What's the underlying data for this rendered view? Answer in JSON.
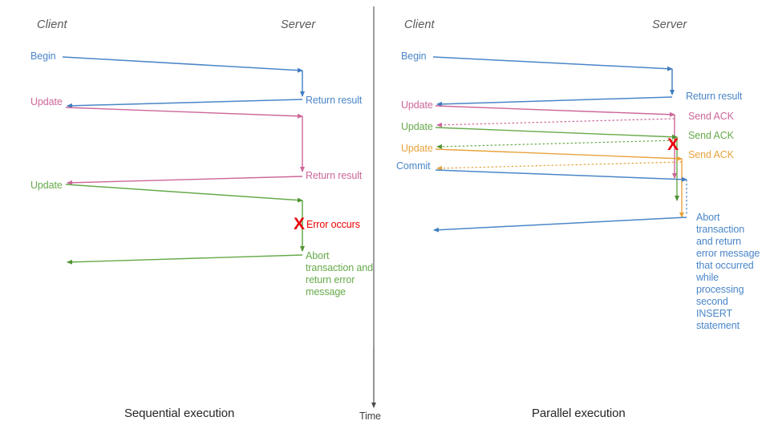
{
  "title": "Sequential vs Parallel transaction execution sequence diagram",
  "colors": {
    "blue": "#4a86c8",
    "blue_dark": "#3f7cc0",
    "pink": "#cc6699",
    "green": "#66aa4a",
    "green_dark": "#4f9431",
    "orange": "#e8a33d",
    "red": "#e8000d",
    "gray": "#595959",
    "black": "#262626",
    "divider": "#4d4d4d"
  },
  "divider": {
    "name": "panel-divider"
  },
  "time_axis": {
    "label": "Time"
  },
  "left_panel": {
    "caption": "Sequential execution",
    "actors": {
      "client": "Client",
      "server": "Server"
    },
    "client_messages": [
      {
        "label": "Begin",
        "color": "#4a86c8"
      },
      {
        "label": "Update",
        "color": "#cc6699"
      },
      {
        "label": "Update",
        "color": "#66aa4a"
      }
    ],
    "server_messages": [
      {
        "label": "Return result",
        "color": "#4a86c8"
      },
      {
        "label": "Return result",
        "color": "#cc6699"
      },
      {
        "label": "Abort\ntransaction\nand return\nerror message",
        "color": "#66aa4a"
      }
    ],
    "error": {
      "mark": "X",
      "label": "Error occurs",
      "color": "#e8000d"
    }
  },
  "right_panel": {
    "caption": "Parallel execution",
    "actors": {
      "client": "Client",
      "server": "Server"
    },
    "client_messages": [
      {
        "label": "Begin",
        "color": "#4a86c8"
      },
      {
        "label": "Update",
        "color": "#cc6699"
      },
      {
        "label": "Update",
        "color": "#66aa4a"
      },
      {
        "label": "Update",
        "color": "#e8a33d"
      },
      {
        "label": "Commit",
        "color": "#4a86c8"
      }
    ],
    "server_messages": [
      {
        "label": "Return result",
        "color": "#4a86c8"
      },
      {
        "label": "Send ACK",
        "color": "#cc6699"
      },
      {
        "label": "Send ACK",
        "color": "#66aa4a"
      },
      {
        "label": "Send ACK",
        "color": "#e8a33d"
      },
      {
        "label": "Abort\ntransaction\nand return\nerror message\nthat occurred\nwhile\nprocessing\nsecond\nINSERT\nstatement",
        "color": "#4a86c8"
      }
    ],
    "error": {
      "mark": "X",
      "color": "#e8000d"
    }
  },
  "chart_data": {
    "type": "sequence-diagram",
    "panels": [
      {
        "name": "Sequential execution",
        "lifelines": [
          "Client",
          "Server"
        ],
        "messages": [
          {
            "from": "Client",
            "to": "Server",
            "label": "Begin",
            "color": "blue",
            "style": "solid"
          },
          {
            "from": "Server",
            "to": "Client",
            "label": "Return result",
            "color": "blue",
            "style": "solid"
          },
          {
            "from": "Client",
            "to": "Server",
            "label": "Update",
            "color": "pink",
            "style": "solid"
          },
          {
            "from": "Server",
            "to": "Client",
            "label": "Return result",
            "color": "pink",
            "style": "solid"
          },
          {
            "from": "Client",
            "to": "Server",
            "label": "Update",
            "color": "green",
            "style": "solid"
          },
          {
            "from": "Server",
            "to": "Server",
            "label": "Error occurs",
            "color": "red",
            "style": "marker"
          },
          {
            "from": "Server",
            "to": "Client",
            "label": "Abort transaction and return error message",
            "color": "green",
            "style": "solid"
          }
        ]
      },
      {
        "name": "Parallel execution",
        "lifelines": [
          "Client",
          "Server"
        ],
        "messages": [
          {
            "from": "Client",
            "to": "Server",
            "label": "Begin",
            "color": "blue",
            "style": "solid"
          },
          {
            "from": "Server",
            "to": "Client",
            "label": "Return result",
            "color": "blue",
            "style": "solid"
          },
          {
            "from": "Client",
            "to": "Server",
            "label": "Update",
            "color": "pink",
            "style": "solid"
          },
          {
            "from": "Server",
            "to": "Client",
            "label": "Send ACK",
            "color": "pink",
            "style": "dotted"
          },
          {
            "from": "Client",
            "to": "Server",
            "label": "Update",
            "color": "green",
            "style": "solid"
          },
          {
            "from": "Server",
            "to": "Client",
            "label": "Send ACK",
            "color": "green",
            "style": "dotted"
          },
          {
            "from": "Client",
            "to": "Server",
            "label": "Update",
            "color": "orange",
            "style": "solid"
          },
          {
            "from": "Server",
            "to": "Client",
            "label": "Send ACK",
            "color": "orange",
            "style": "dotted"
          },
          {
            "from": "Client",
            "to": "Server",
            "label": "Commit",
            "color": "blue",
            "style": "solid"
          },
          {
            "from": "Server",
            "to": "Server",
            "label": "X",
            "color": "red",
            "style": "marker"
          },
          {
            "from": "Server",
            "to": "Client",
            "label": "Abort transaction and return error message that occurred while processing second INSERT statement",
            "color": "blue",
            "style": "solid"
          }
        ]
      }
    ],
    "axis": {
      "label": "Time",
      "direction": "downward"
    }
  }
}
